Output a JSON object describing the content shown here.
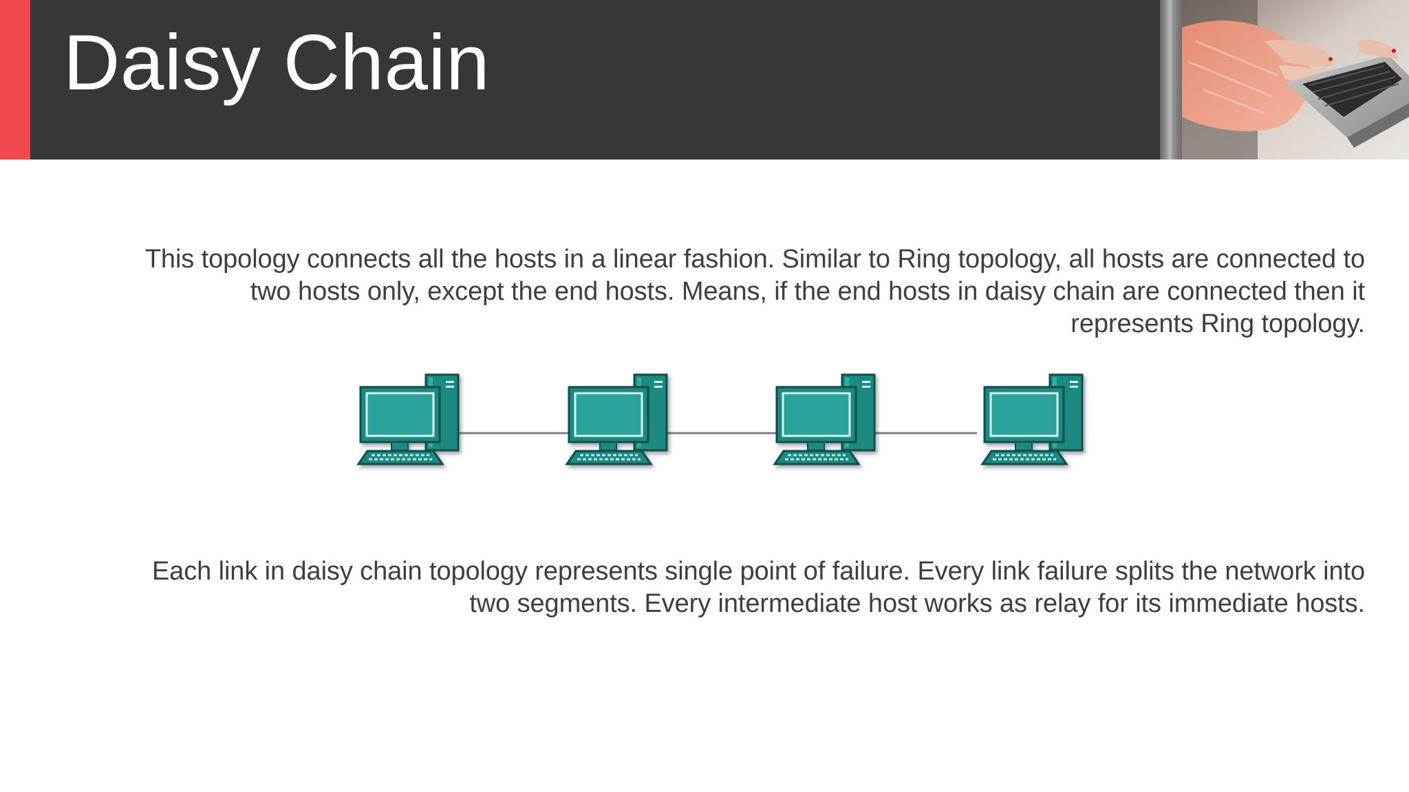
{
  "slide": {
    "title": "Daisy Chain",
    "paragraph_1": [
      "This topology connects all the hosts in a linear fashion. Similar to Ring topology, all hosts are connected to",
      "two hosts only, except the end hosts. Means, if the end hosts in daisy chain are connected then it",
      "represents Ring topology."
    ],
    "paragraph_2": [
      "Each link in daisy chain topology represents single point of failure. Every link failure splits the network into",
      "two segments. Every intermediate host works as relay for its immediate hosts."
    ]
  },
  "diagram": {
    "host_count": 4,
    "host_icon": "desktop-computer-icon",
    "link_count": 3
  },
  "colors": {
    "header_background": "#373737",
    "accent": "#f1474f",
    "title_text": "#ffffff",
    "body_text": "#3e3e3e",
    "computer_teal": "#1c8a83",
    "link_line": "#7f7f7f"
  }
}
